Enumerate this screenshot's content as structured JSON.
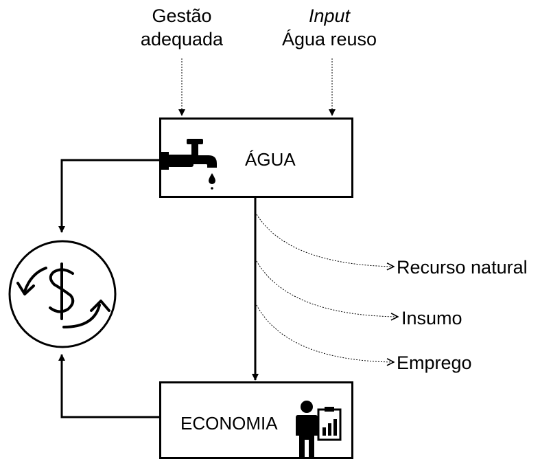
{
  "inputs": {
    "gestao": [
      "Gestão",
      "adequada"
    ],
    "input_label": "Input",
    "agua_reuso": "Água reuso"
  },
  "boxes": {
    "agua": "ÁGUA",
    "economia": "ECONOMIA"
  },
  "outputs": [
    "Recurso natural",
    "Insumo",
    "Emprego"
  ],
  "icons": {
    "tap": "water-tap-icon",
    "cycle": "money-cycle-icon",
    "person": "businessman-chart-icon"
  }
}
